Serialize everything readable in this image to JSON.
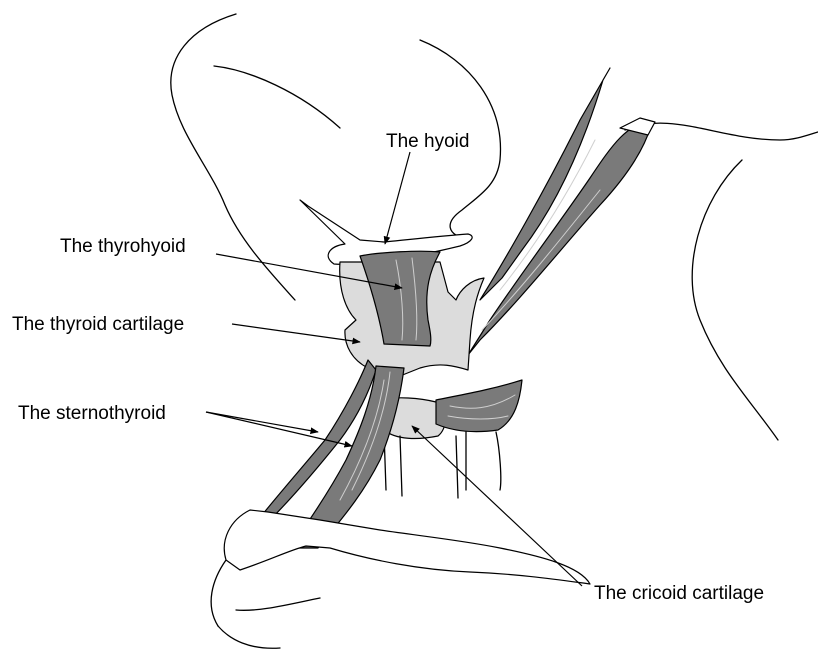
{
  "labels": {
    "hyoid": "The hyoid",
    "thyrohyoid": "The thyrohyoid",
    "thyroid_cartilage": "The thyroid cartilage",
    "sternothyroid": "The sternothyroid",
    "cricoid_cartilage": "The cricoid cartilage"
  },
  "colors": {
    "muscle": "#7a7a7a",
    "cartilage": "#dcdcdc",
    "line": "#000000",
    "background": "#ffffff"
  }
}
